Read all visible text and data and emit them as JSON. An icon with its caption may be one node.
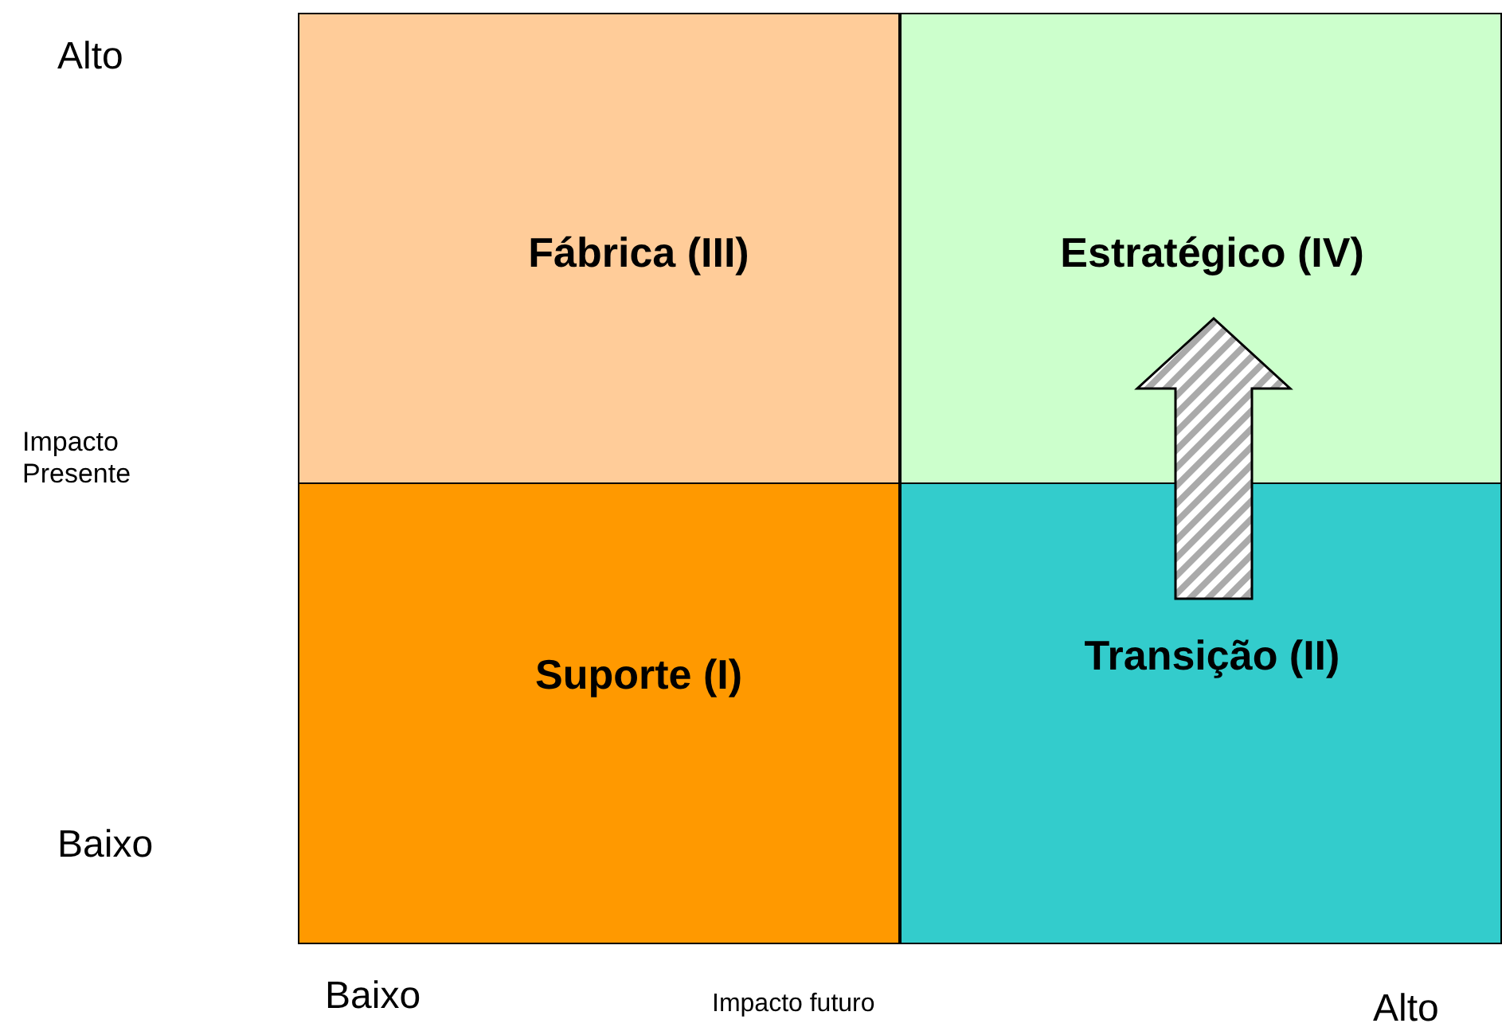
{
  "diagram": {
    "nodes": [
      {
        "text": [
          "Fábrica (III)"
        ]
      },
      {
        "text": [
          "Estratégico (IV)"
        ]
      },
      {
        "text": [
          "Suporte (I)"
        ]
      },
      {
        "text": [
          "Transição (II)"
        ]
      }
    ],
    "edges": [
      {
        "from": 3,
        "to": 1,
        "arrow": "to"
      }
    ],
    "labels": [
      "Alto",
      "Impacto Presente",
      "Baixo",
      "Baixo",
      "Impacto futuro",
      "Alto"
    ]
  }
}
